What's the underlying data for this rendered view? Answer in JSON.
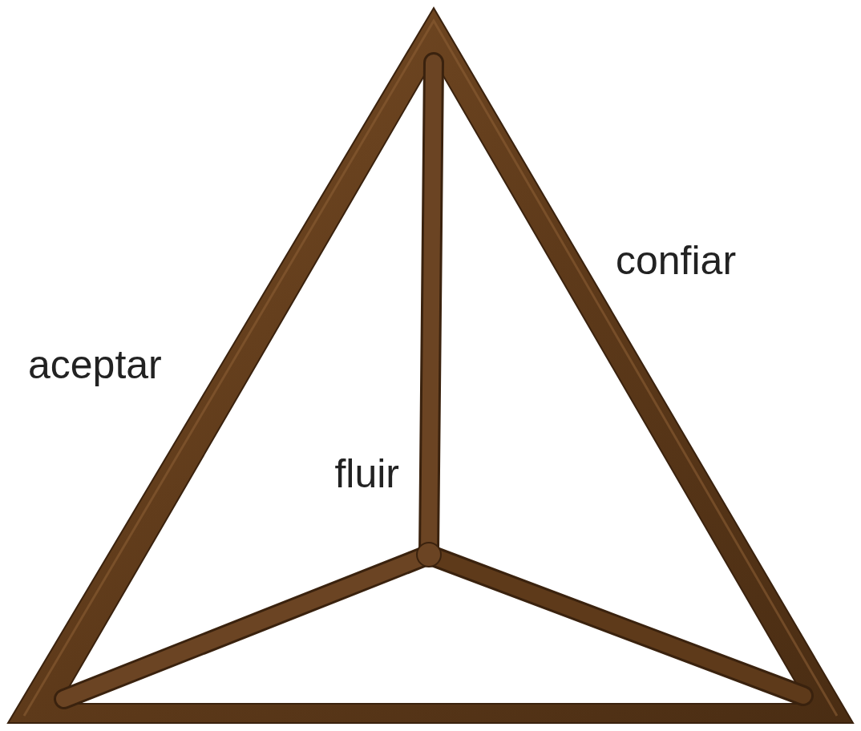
{
  "diagram": {
    "labels": [
      "confiar",
      "aceptar",
      "fluir"
    ]
  }
}
